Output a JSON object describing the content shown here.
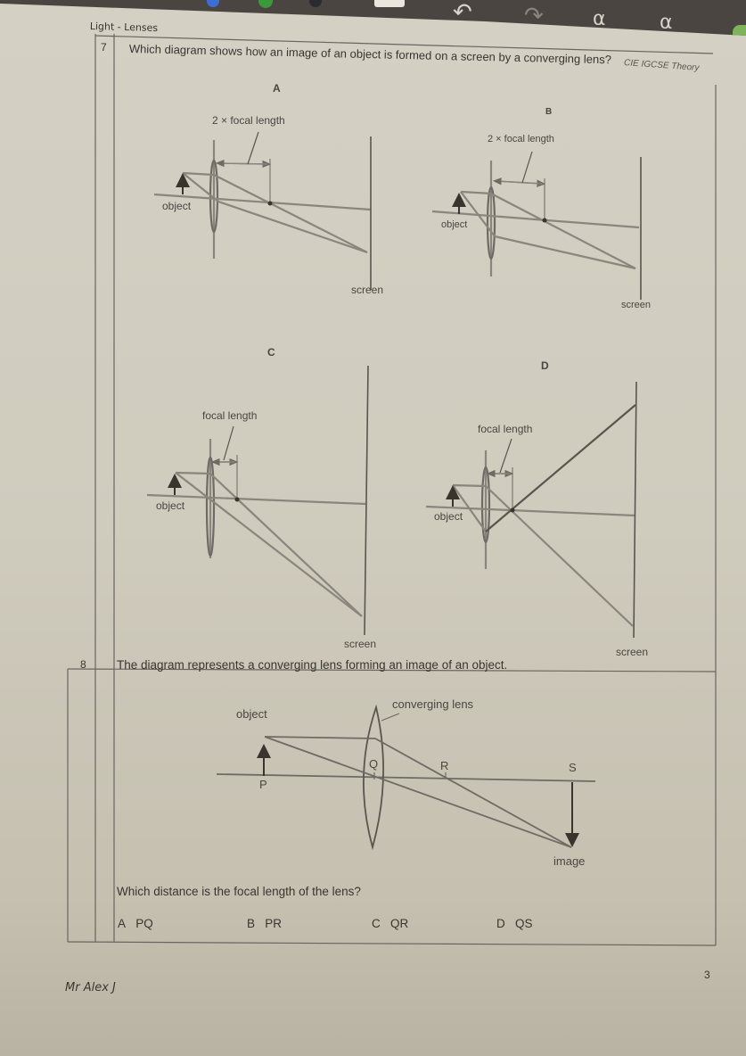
{
  "toolbar": {
    "pens": [
      {
        "name": "blue-pen",
        "color": "#3b6fd8"
      },
      {
        "name": "green-pen",
        "color": "#3a9a3a"
      },
      {
        "name": "black-pen",
        "color": "#2a2a30"
      }
    ],
    "undo_icon": "↶",
    "redo_icon": "↷",
    "shape_tool_1_icon": "⍺",
    "shape_tool_2_icon": "⍺",
    "accent_color": "#7fb35a"
  },
  "page": {
    "header_title": "Light - Lenses",
    "source_tag": "CIE IGCSE Theory",
    "page_number": "3",
    "author": "Mr Alex J"
  },
  "question7": {
    "number": "7",
    "text": "Which diagram shows how an image of an object is formed on a screen by a converging lens?",
    "diagrams": [
      {
        "letter": "A",
        "distance_label": "2 × focal length",
        "object_label": "object",
        "screen_label": "screen"
      },
      {
        "letter": "B",
        "distance_label": "2 × focal length",
        "object_label": "object",
        "screen_label": "screen"
      },
      {
        "letter": "C",
        "distance_label": "focal length",
        "object_label": "object",
        "screen_label": "screen"
      },
      {
        "letter": "D",
        "distance_label": "focal length",
        "object_label": "object",
        "screen_label": "screen"
      }
    ]
  },
  "question8": {
    "number": "8",
    "text": "The diagram represents a converging lens forming an image of an object.",
    "diagram": {
      "object_label": "object",
      "lens_label": "converging lens",
      "image_label": "image",
      "points": [
        "P",
        "Q",
        "R",
        "S"
      ]
    },
    "question": "Which distance is the focal length of the lens?",
    "options": [
      {
        "letter": "A",
        "value": "PQ"
      },
      {
        "letter": "B",
        "value": "PR"
      },
      {
        "letter": "C",
        "value": "QR"
      },
      {
        "letter": "D",
        "value": "QS"
      }
    ]
  }
}
